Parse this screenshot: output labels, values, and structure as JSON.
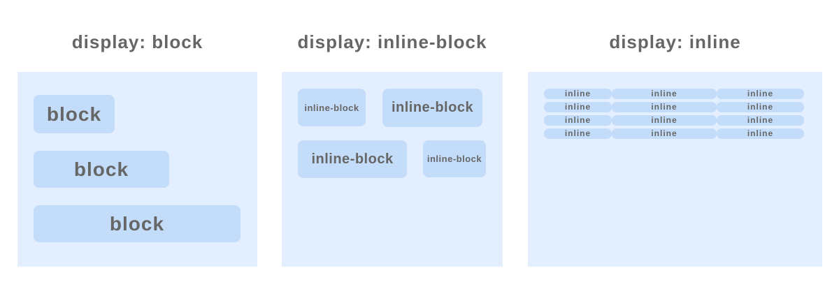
{
  "colors": {
    "page_bg": "#ffffff",
    "container_bg": "#e3effe",
    "box_bg": "#c3dcfa",
    "text": "#666666"
  },
  "panels": [
    {
      "id": "block",
      "title": "display: block",
      "items": [
        "block",
        "block",
        "block"
      ]
    },
    {
      "id": "inline-block",
      "title": "display: inline-block",
      "rows": [
        [
          "inline-block",
          "inline-block"
        ],
        [
          "inline-block",
          "inline-block"
        ]
      ]
    },
    {
      "id": "inline",
      "title": "display: inline",
      "rows": [
        [
          "inline",
          "inline",
          "inline"
        ],
        [
          "inline",
          "inline",
          "inline"
        ],
        [
          "inline",
          "inline",
          "inline"
        ],
        [
          "inline",
          "inline",
          "inline"
        ]
      ]
    }
  ]
}
